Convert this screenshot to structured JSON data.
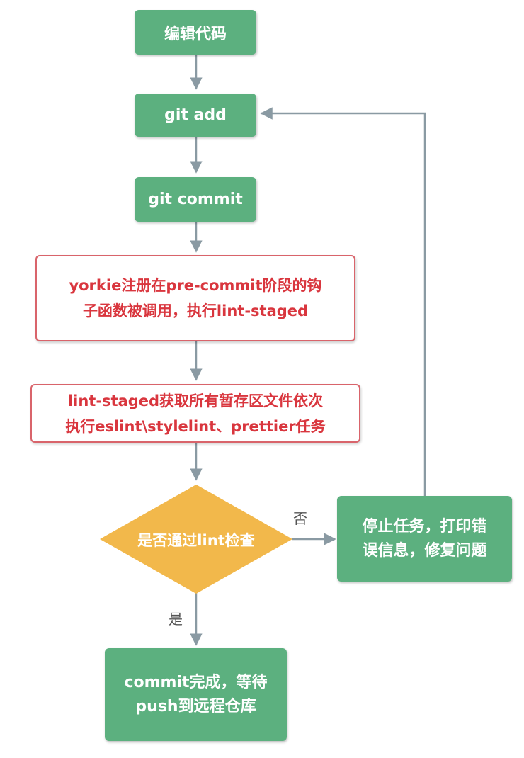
{
  "nodes": {
    "edit_code": "编辑代码",
    "git_add": "git add",
    "git_commit": "git commit",
    "yorkie_line1": "yorkie注册在pre-commit阶段的钩",
    "yorkie_line2": "子函数被调用，执行lint-staged",
    "lint_line1": "lint-staged获取所有暂存区文件依次",
    "lint_line2": "执行eslint\\stylelint、prettier任务",
    "decision": "是否通过lint检查",
    "stop_line1": "停止任务，打印错",
    "stop_line2": "误信息，修复问题",
    "done_line1": "commit完成，等待",
    "done_line2": "push到远程仓库"
  },
  "edges": {
    "no_label": "否",
    "yes_label": "是"
  },
  "colors": {
    "process_green": "#5cb07f",
    "hook_red": "#d9646b",
    "decision_yellow": "#f2b84b",
    "connector_gray": "#8a9aa3"
  }
}
